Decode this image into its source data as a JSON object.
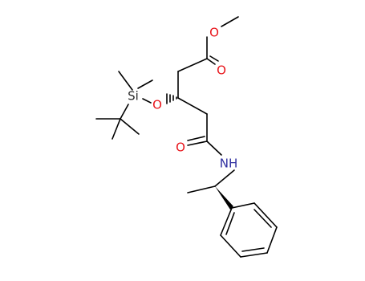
{
  "molecule": {
    "atoms": {
      "ester_o1": {
        "label": "O",
        "color": "#e8141a"
      },
      "ester_o2": {
        "label": "O",
        "color": "#e8141a"
      },
      "ether_o": {
        "label": "O",
        "color": "#e8141a"
      },
      "silicon": {
        "label": "Si",
        "color": "#2b2b2b"
      },
      "amide_o": {
        "label": "O",
        "color": "#e8141a"
      },
      "amide_n": {
        "label": "NH",
        "color": "#2e2ea0"
      }
    }
  }
}
